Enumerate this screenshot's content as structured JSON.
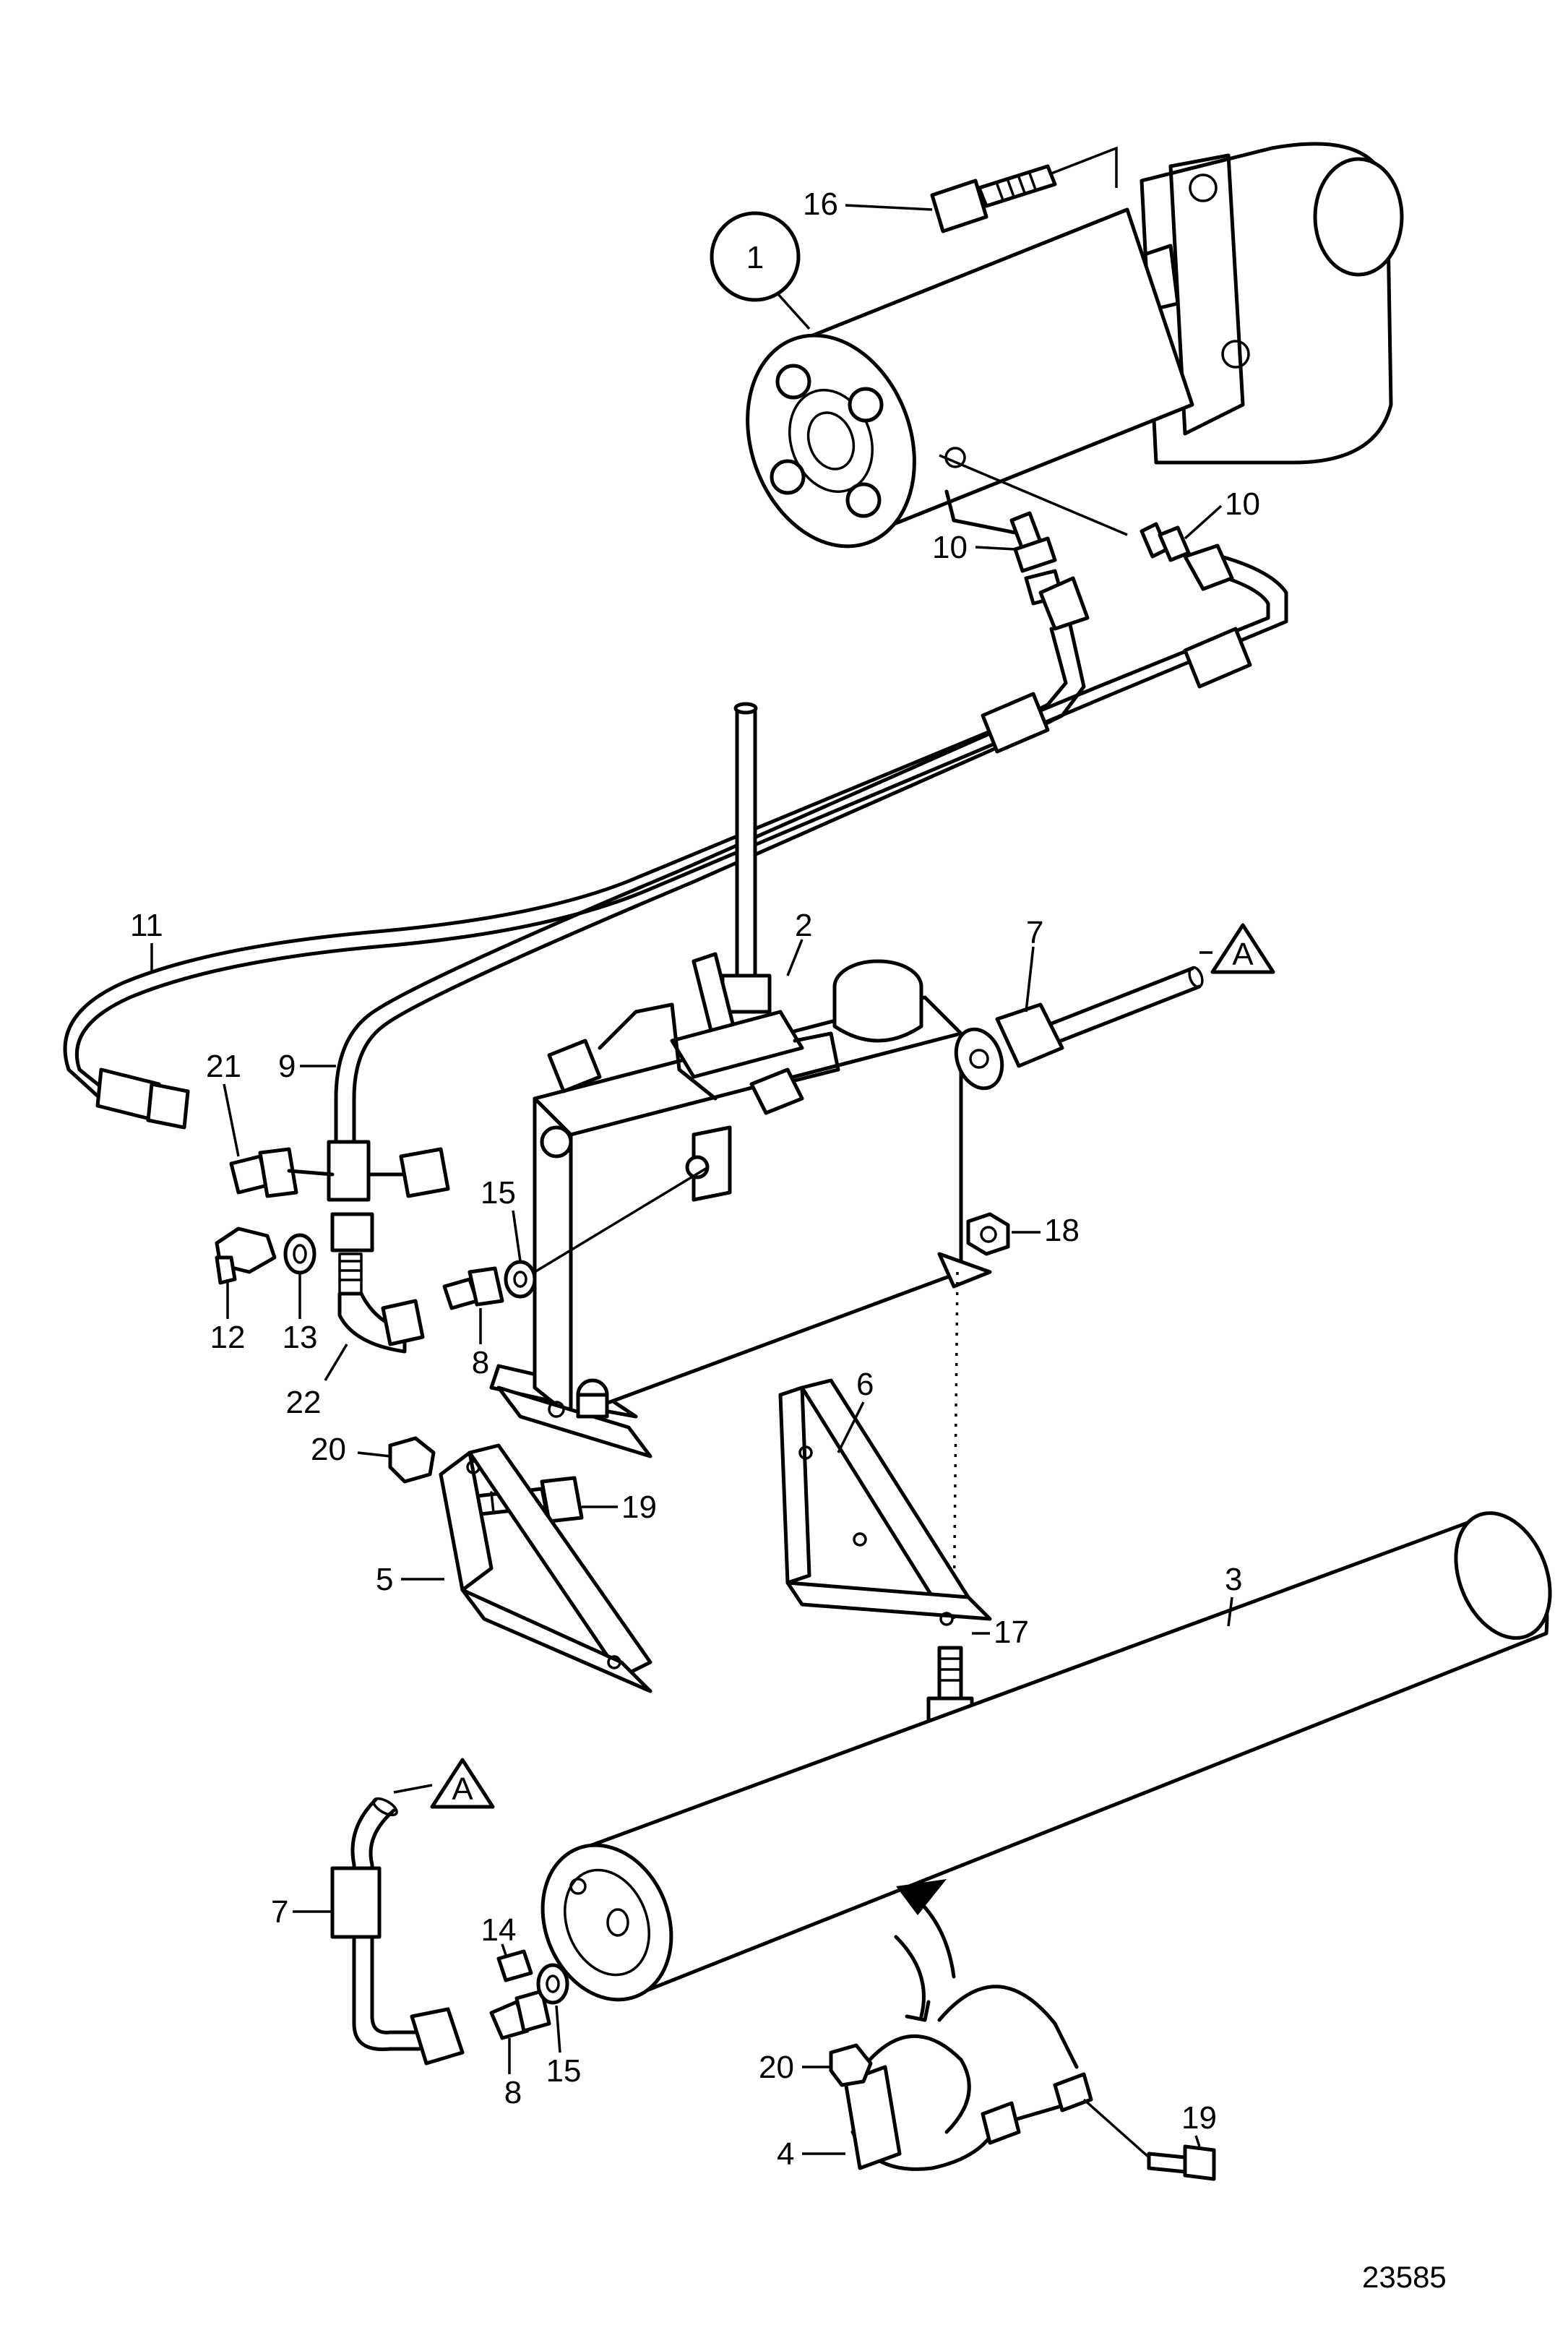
{
  "figure_number": "23585",
  "reference_marker": "A",
  "callouts": {
    "c1": "1",
    "c2": "2",
    "c3": "3",
    "c4": "4",
    "c5": "5",
    "c6": "6",
    "c7a": "7",
    "c7b": "7",
    "c8a": "8",
    "c8b": "8",
    "c9": "9",
    "c10a": "10",
    "c10b": "10",
    "c11": "11",
    "c12": "12",
    "c13": "13",
    "c14": "14",
    "c15a": "15",
    "c15b": "15",
    "c16": "16",
    "c17": "17",
    "c18": "18",
    "c19a": "19",
    "c19b": "19",
    "c20a": "20",
    "c20b": "20",
    "c21": "21",
    "c22": "22"
  }
}
